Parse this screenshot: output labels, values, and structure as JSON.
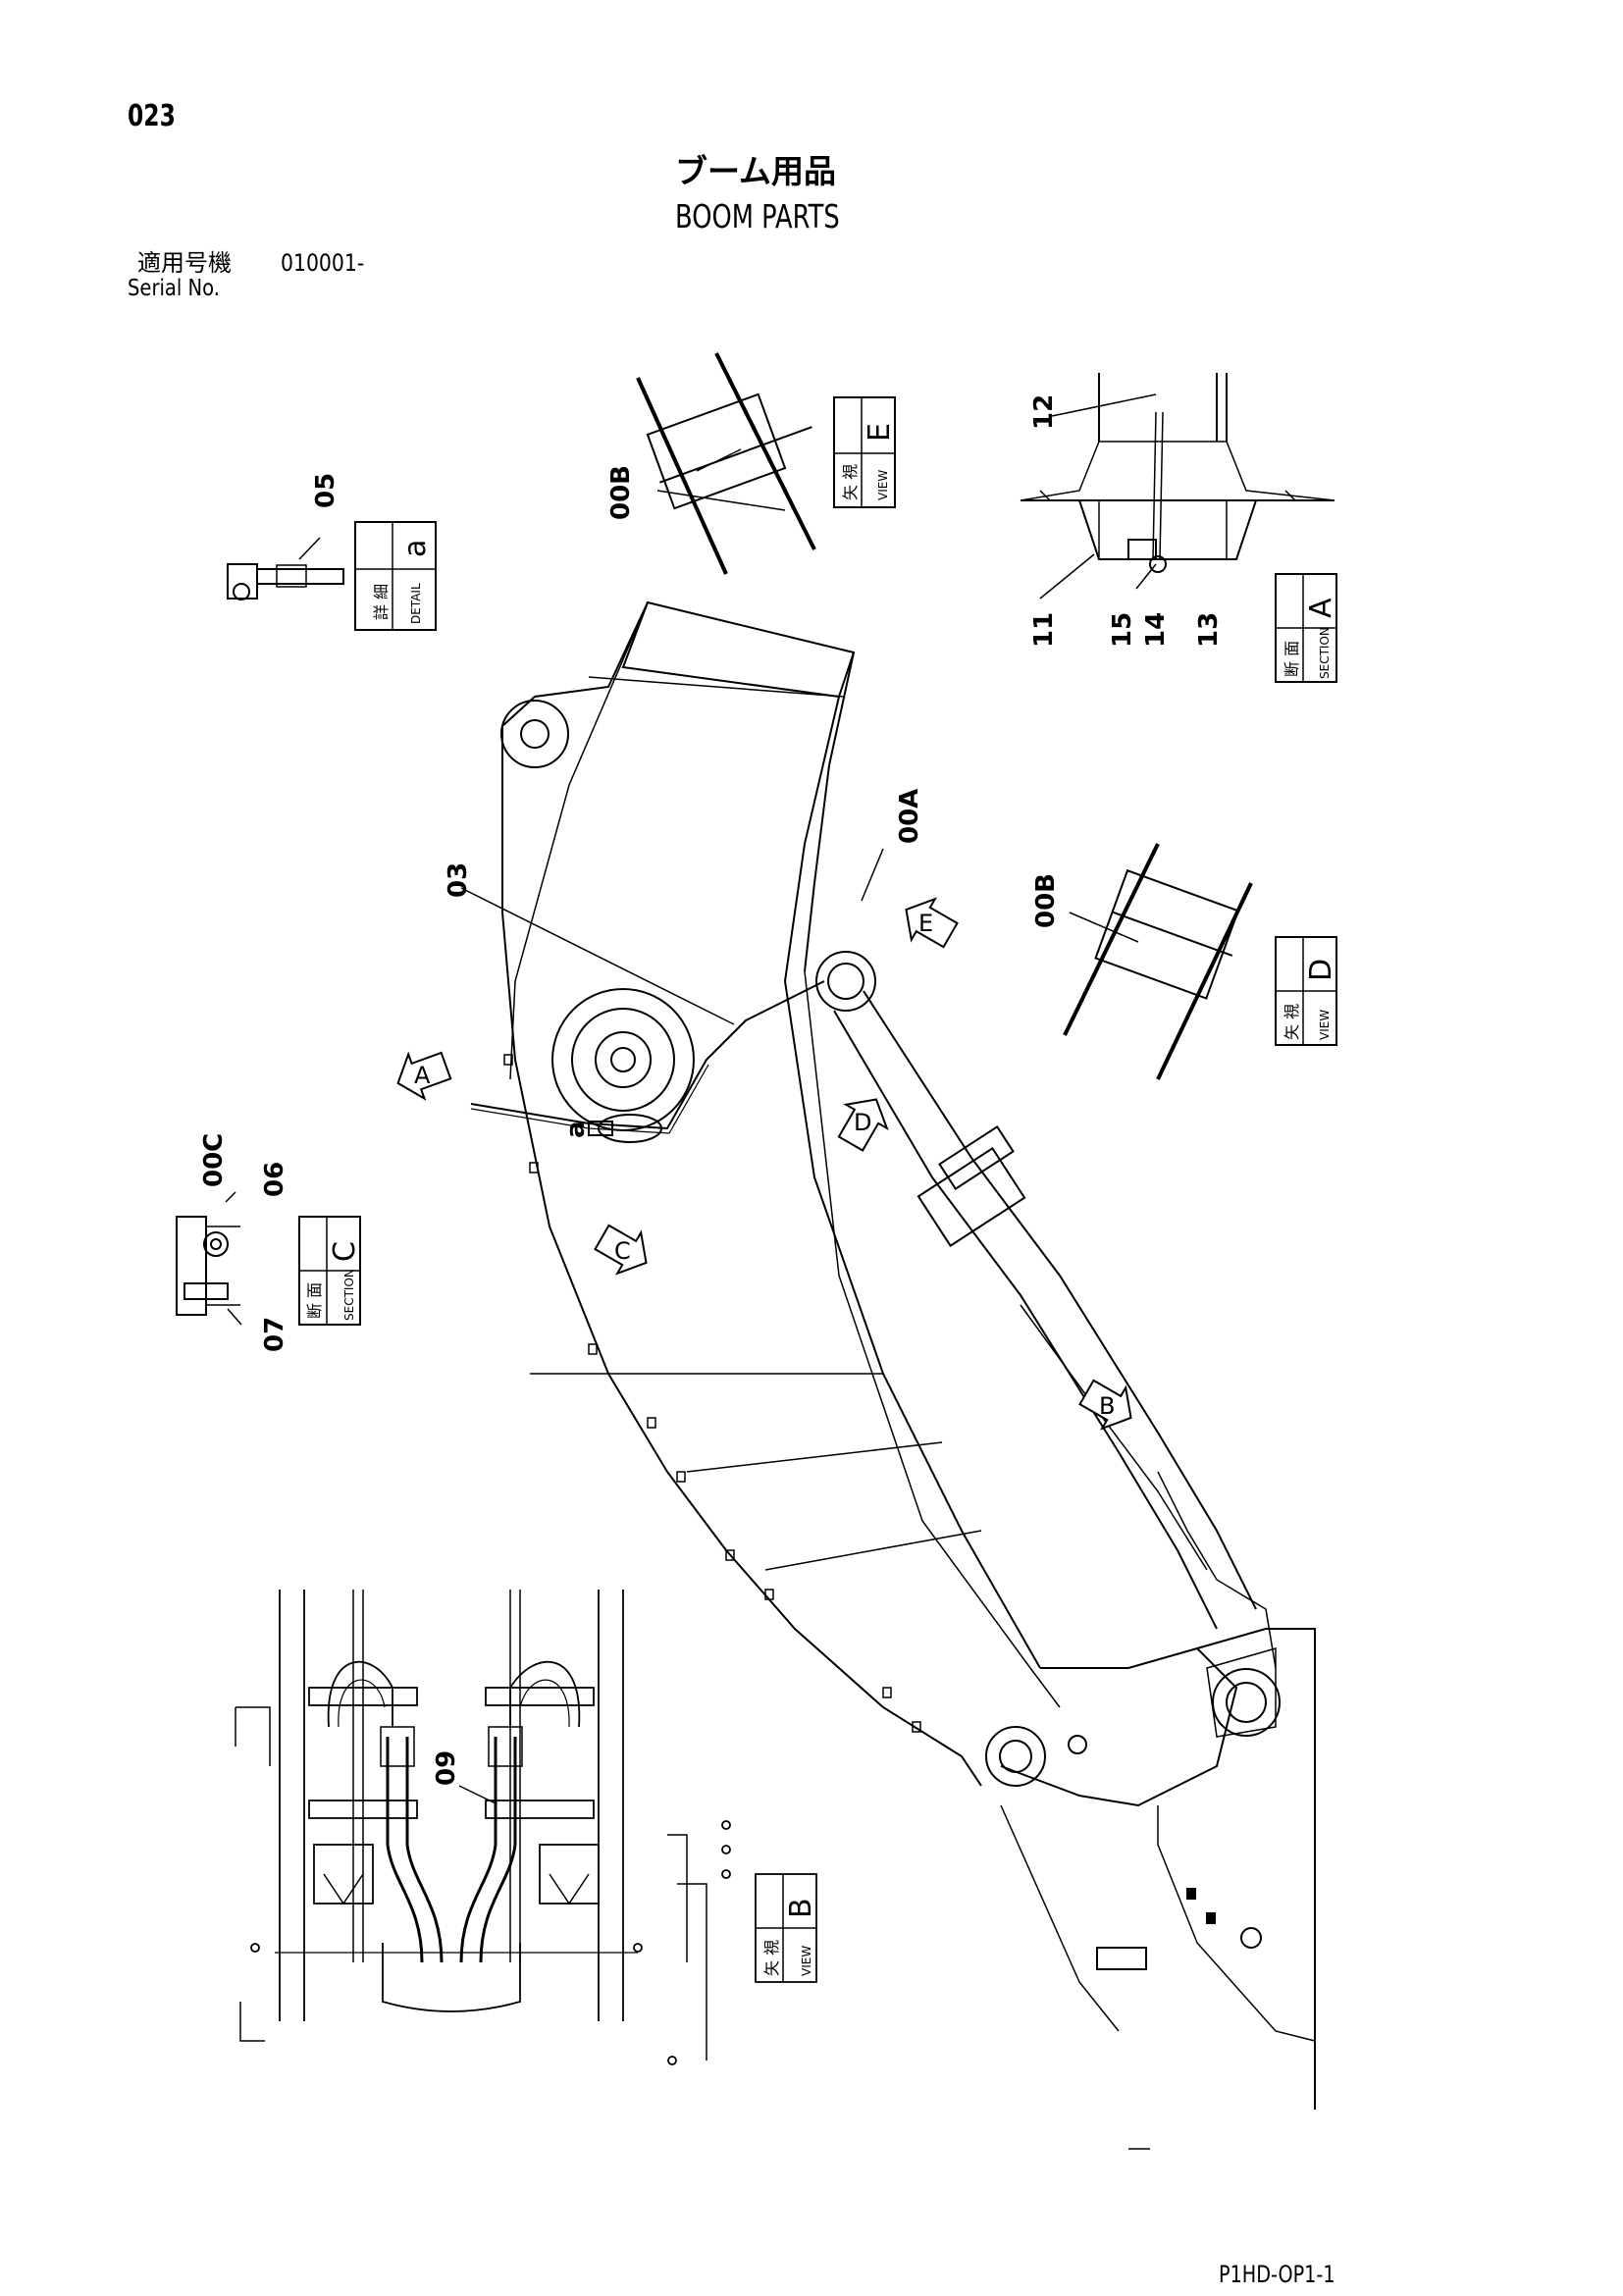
{
  "page": {
    "number": "023",
    "title_jp": "ブーム用品",
    "title_en": "BOOM PARTS",
    "serial_label_jp": "適用号機",
    "serial_label_en": "Serial No.",
    "serial_value": "010001-",
    "footer_code": "P1HD-OP1-1"
  },
  "part_labels": {
    "p00A": "00A",
    "p00B_view_e": "00B",
    "p00B_view_d": "00B",
    "p00C": "00C",
    "p03": "03",
    "p05": "05",
    "p06": "06",
    "p07": "07",
    "p09": "09",
    "p11": "11",
    "p12": "12",
    "p13": "13",
    "p14": "14",
    "p15": "15",
    "detail_a_marker": "a"
  },
  "views": {
    "detail_a": {
      "jp": "詳 細",
      "en": "DETAIL",
      "letter": "a"
    },
    "view_e": {
      "jp": "矢 視",
      "en": "VIEW",
      "letter": "E"
    },
    "section_a": {
      "jp": "断 面",
      "en": "SECTION",
      "letter": "A"
    },
    "view_d": {
      "jp": "矢 視",
      "en": "VIEW",
      "letter": "D"
    },
    "section_c": {
      "jp": "断 面",
      "en": "SECTION",
      "letter": "C"
    },
    "view_b": {
      "jp": "矢 視",
      "en": "VIEW",
      "letter": "B"
    }
  },
  "arrow_markers": [
    "A",
    "B",
    "C",
    "D",
    "E"
  ],
  "colors": {
    "ink": "#000000",
    "paper": "#ffffff"
  }
}
